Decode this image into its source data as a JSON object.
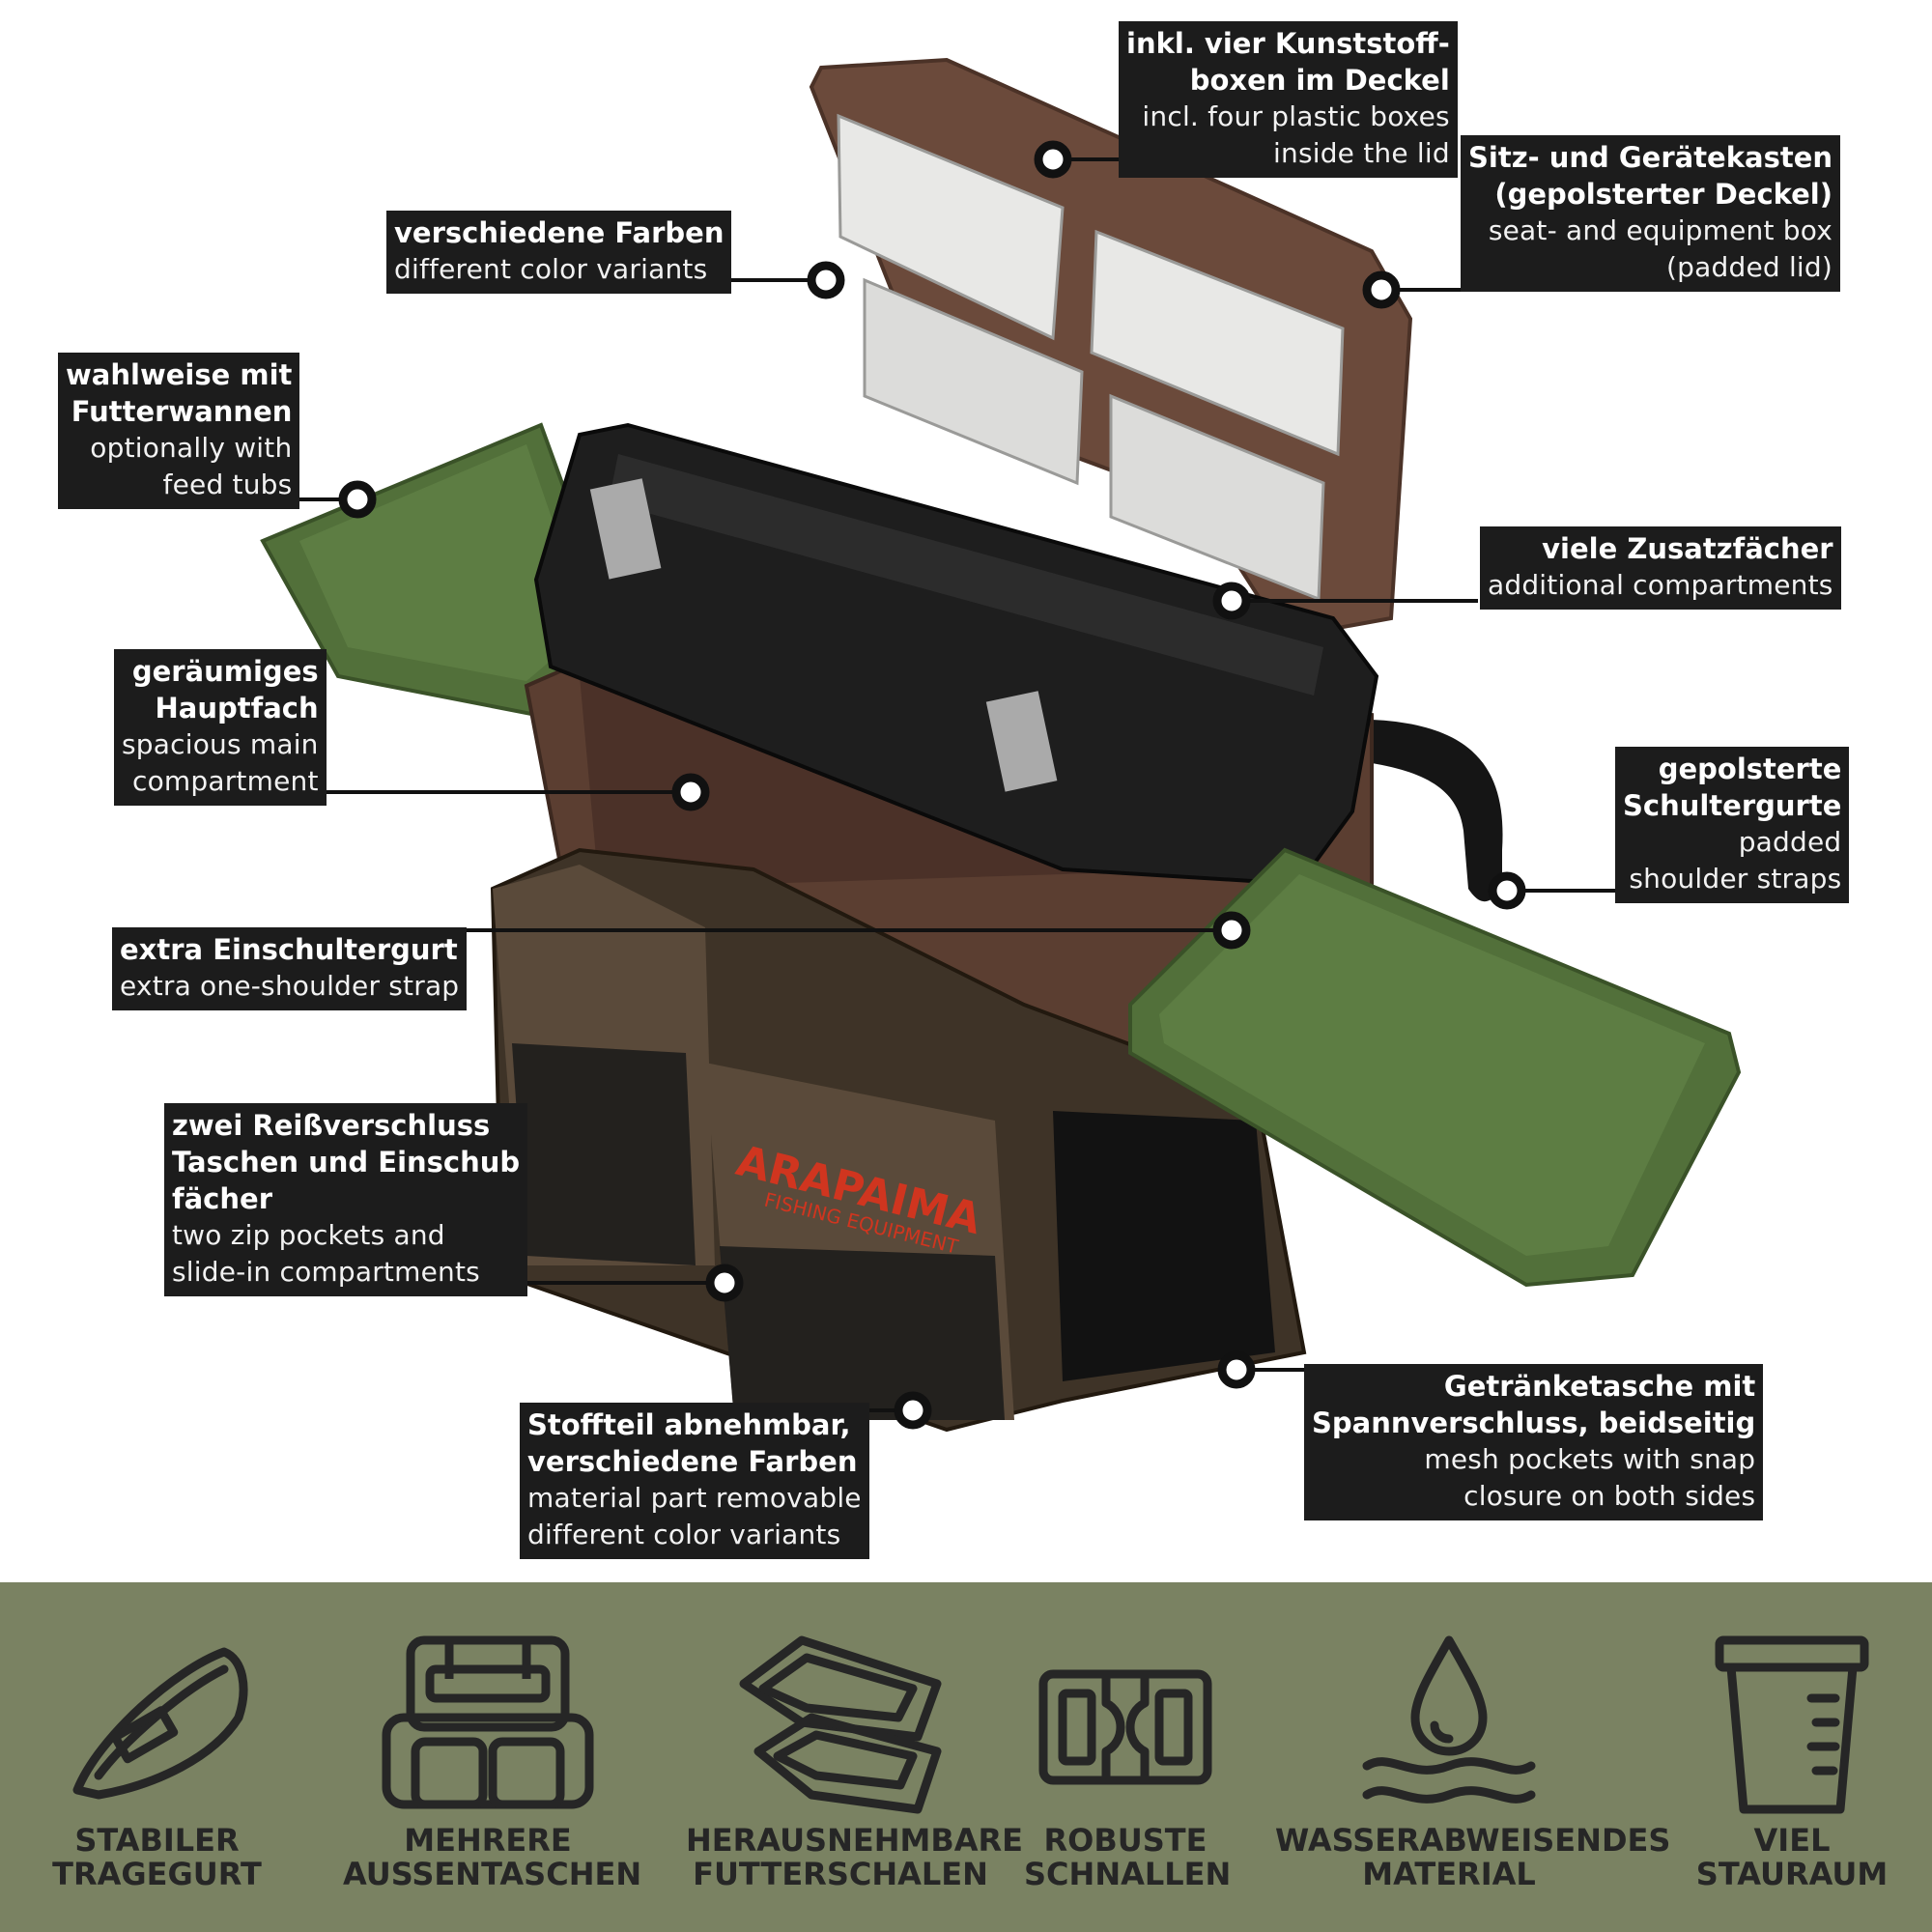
{
  "callouts": {
    "lid_boxes": {
      "de": [
        "inkl. vier Kunststoff-",
        "boxen im Deckel"
      ],
      "en": [
        "incl. four plastic boxes",
        "inside the lid"
      ]
    },
    "seat_box": {
      "de": [
        "Sitz- und Gerätekasten",
        "(gepolsterter Deckel)"
      ],
      "en": [
        "seat- and equipment box",
        "(padded lid)"
      ]
    },
    "colors": {
      "de": [
        "verschiedene Farben"
      ],
      "en": [
        "different color variants"
      ]
    },
    "feed_tubs": {
      "de": [
        "wahlweise mit",
        "Futterwannen"
      ],
      "en": [
        "optionally with",
        "feed tubs"
      ]
    },
    "compartments": {
      "de": [
        "viele Zusatzfächer"
      ],
      "en": [
        "additional compartments"
      ]
    },
    "main_comp": {
      "de": [
        "geräumiges",
        "Hauptfach"
      ],
      "en": [
        "spacious main",
        "compartment"
      ]
    },
    "shoulder_straps": {
      "de": [
        "gepolsterte",
        "Schultergurte"
      ],
      "en": [
        "padded",
        "shoulder straps"
      ]
    },
    "one_shoulder": {
      "de": [
        "extra Einschultergurt"
      ],
      "en": [
        "extra one-shoulder strap"
      ]
    },
    "zip_pockets": {
      "de": [
        "zwei Reißverschluss",
        "Taschen und Einschub",
        "fächer"
      ],
      "en": [
        "two zip pockets and",
        "slide-in compartments"
      ]
    },
    "drink_pocket": {
      "de": [
        "Getränketasche mit",
        "Spannverschluss, beidseitig"
      ],
      "en": [
        "mesh pockets with snap",
        "closure on both sides"
      ]
    },
    "fabric_part": {
      "de": [
        "Stoffteil abnehmbar,",
        "verschiedene Farben"
      ],
      "en": [
        "material part removable",
        "different color variants"
      ]
    }
  },
  "brand_text": "ARAPAIMA",
  "brand_sub": "FISHING EQUIPMENT",
  "features": [
    {
      "icon": "strap-icon",
      "line1": "STABILER",
      "line2": "TRAGEGURT"
    },
    {
      "icon": "backpack-icon",
      "line1": "MEHRERE",
      "line2": "AUSSENTASCHEN"
    },
    {
      "icon": "trays-icon",
      "line1": "HERAUSNEHMBARE",
      "line2": "FUTTERSCHALEN"
    },
    {
      "icon": "buckle-icon",
      "line1": "ROBUSTE",
      "line2": "SCHNALLEN"
    },
    {
      "icon": "water-icon",
      "line1": "WASSERABWEISENDES",
      "line2": "MATERIAL"
    },
    {
      "icon": "container-icon",
      "line1": "VIEL",
      "line2": "STAURAUM"
    }
  ],
  "colors": {
    "feature_bar": "#7a8262",
    "label_bg": "#1c1c1c",
    "box_brown": "#6a4a3a",
    "tray_black": "#1f1f1f",
    "feed_tub_green": "#4f6b35",
    "camo": "#4a3e30",
    "brand_red": "#d0351f"
  }
}
